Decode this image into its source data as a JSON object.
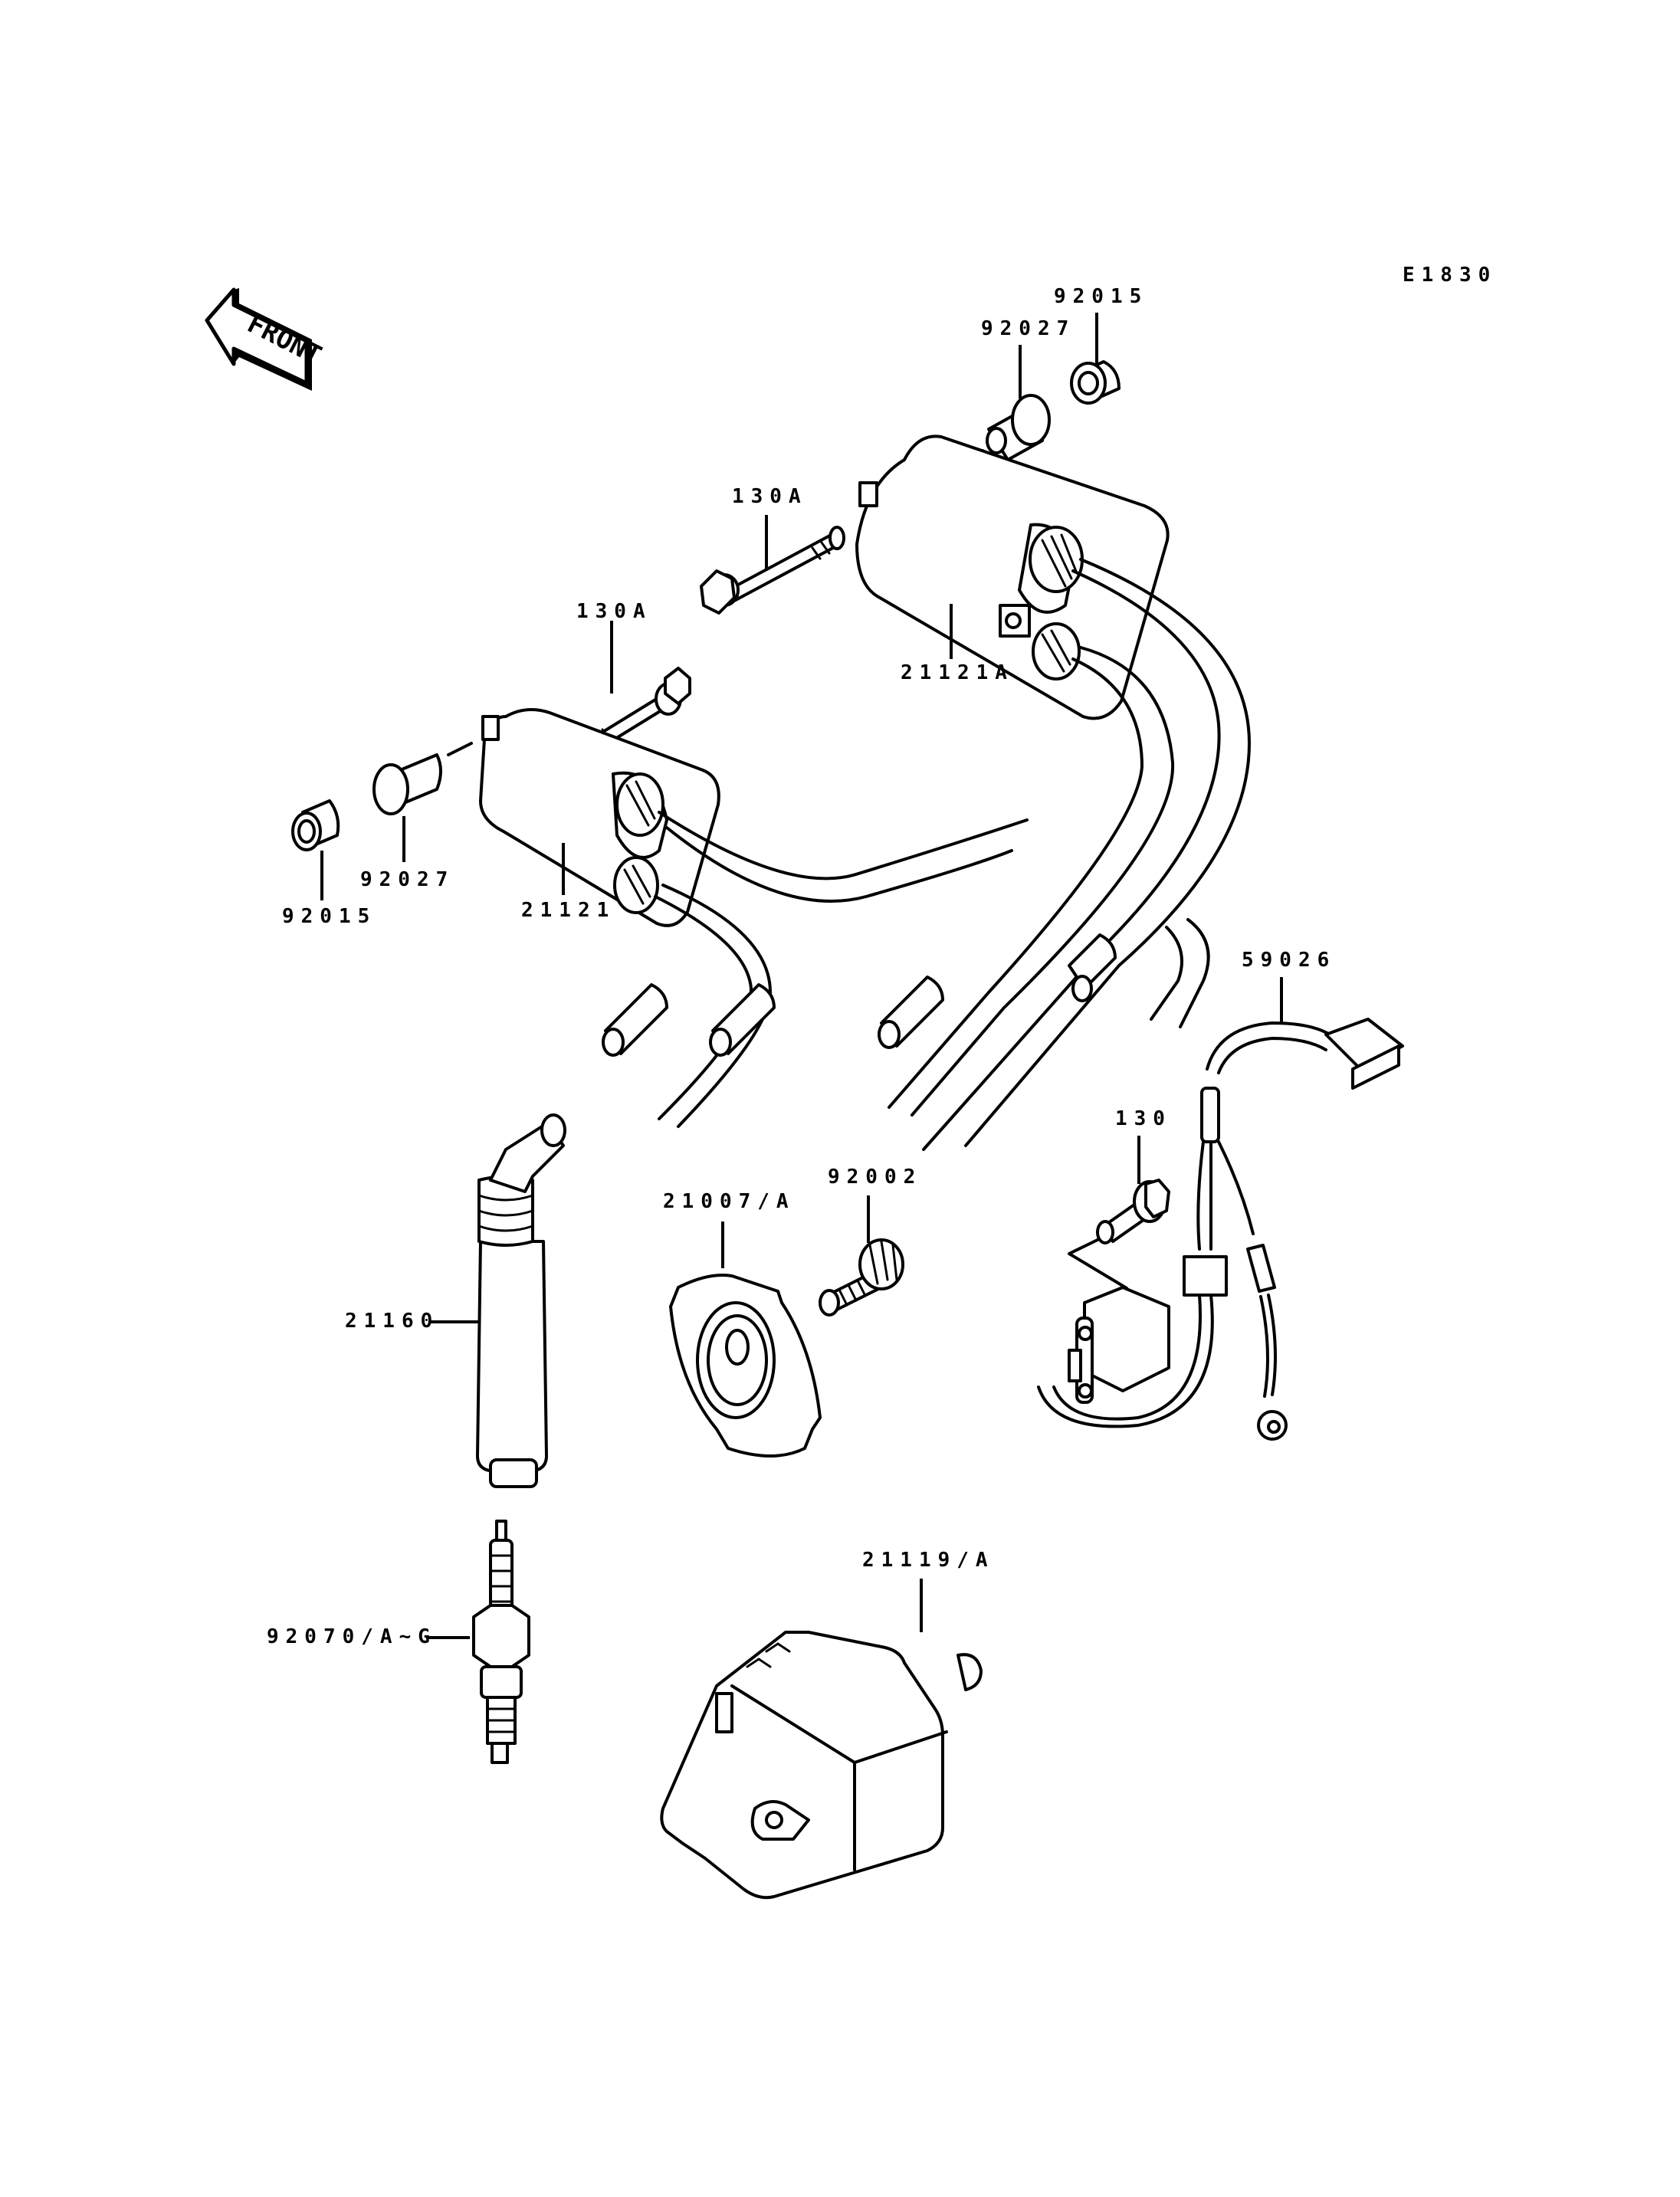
{
  "diagram": {
    "title_code": "E1830",
    "front_arrow": {
      "label": "FRONT",
      "icon": "front-direction-arrow-icon"
    },
    "parts": [
      {
        "id": "p92015_top",
        "number": "92015",
        "name": "collar"
      },
      {
        "id": "p92027_top",
        "number": "92027",
        "name": "grommet"
      },
      {
        "id": "p130A_top",
        "number": "130A",
        "name": "flanged bolt"
      },
      {
        "id": "p130A_left",
        "number": "130A",
        "name": "flanged bolt"
      },
      {
        "id": "p21121A",
        "number": "21121A",
        "name": "ignition coil"
      },
      {
        "id": "p92027_left",
        "number": "92027",
        "name": "grommet"
      },
      {
        "id": "p92015_left",
        "number": "92015",
        "name": "collar"
      },
      {
        "id": "p21121",
        "number": "21121",
        "name": "ignition coil"
      },
      {
        "id": "p59026",
        "number": "59026",
        "name": "wiring harness"
      },
      {
        "id": "p130",
        "number": "130",
        "name": "flanged bolt"
      },
      {
        "id": "p21007A",
        "number": "21007/A",
        "name": "pickup coil"
      },
      {
        "id": "p92002",
        "number": "92002",
        "name": "bolt"
      },
      {
        "id": "p21160",
        "number": "21160",
        "name": "spark plug cap"
      },
      {
        "id": "p92070",
        "number": "92070/A~G",
        "name": "spark plug"
      },
      {
        "id": "p21119A",
        "number": "21119/A",
        "name": "igniter"
      }
    ]
  }
}
